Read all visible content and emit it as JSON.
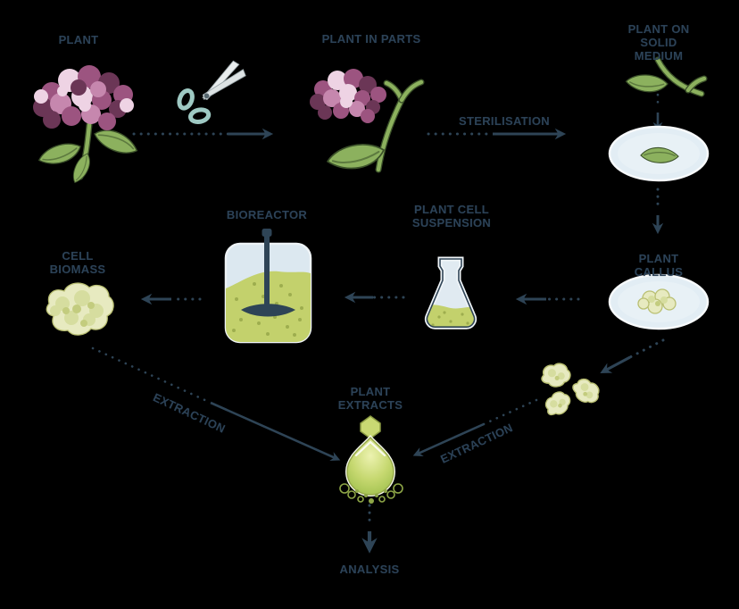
{
  "colors": {
    "background": "#000000",
    "accent": "#2e4456",
    "label": "#2c4257",
    "leaf_green": "#8cb15e",
    "liquid_green": "#c3d16c",
    "dish_blue": "#e2edf4",
    "vessel_blue": "#dce8f0",
    "callus_yellow": "#e7eac0",
    "scissors_teal": "#9ec9c3",
    "extract_green": "#a6c64f",
    "flower_pink": "#9c5480"
  },
  "nodes": {
    "plant": "PLANT",
    "plant_in_parts": "PLANT IN PARTS",
    "plant_on_solid_medium": "PLANT ON\nSOLID MEDIUM",
    "plant_callus": "PLANT CALLUS",
    "plant_cell_suspension": "PLANT CELL\nSUSPENSION",
    "bioreactor": "BIOREACTOR",
    "cell_biomass": "CELL\nBIOMASS",
    "plant_extracts": "PLANT\nEXTRACTS",
    "analysis": "ANALYSIS"
  },
  "edges": {
    "sterilisation": "STERILISATION",
    "extraction_left": "EXTRACTION",
    "extraction_right": "EXTRACTION"
  }
}
